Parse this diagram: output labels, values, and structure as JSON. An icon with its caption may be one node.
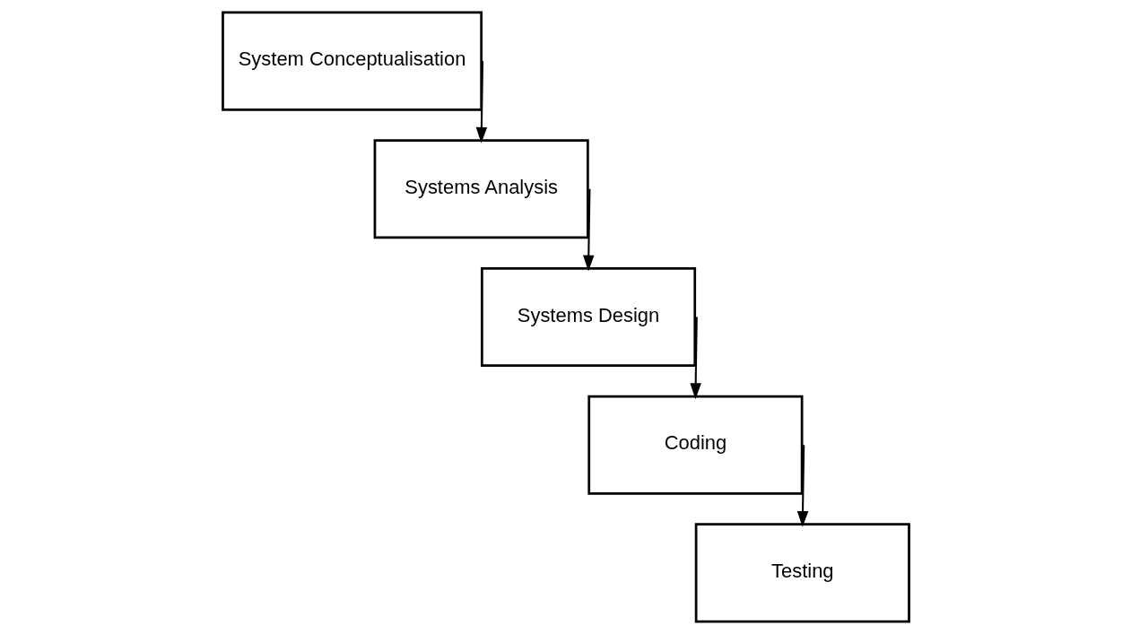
{
  "diagram": {
    "nodes": [
      {
        "text": [
          "System Conceptualisation"
        ]
      },
      {
        "text": [
          "Systems Analysis"
        ]
      },
      {
        "text": [
          "Systems Design"
        ]
      },
      {
        "text": [
          "Coding"
        ]
      },
      {
        "text": [
          "Testing"
        ]
      }
    ],
    "edges": [
      {
        "from": 0,
        "to": 1,
        "arrow": "to"
      },
      {
        "from": 1,
        "to": 2,
        "arrow": "to"
      },
      {
        "from": 2,
        "to": 3,
        "arrow": "to"
      },
      {
        "from": 3,
        "to": 4,
        "arrow": "to"
      }
    ]
  }
}
